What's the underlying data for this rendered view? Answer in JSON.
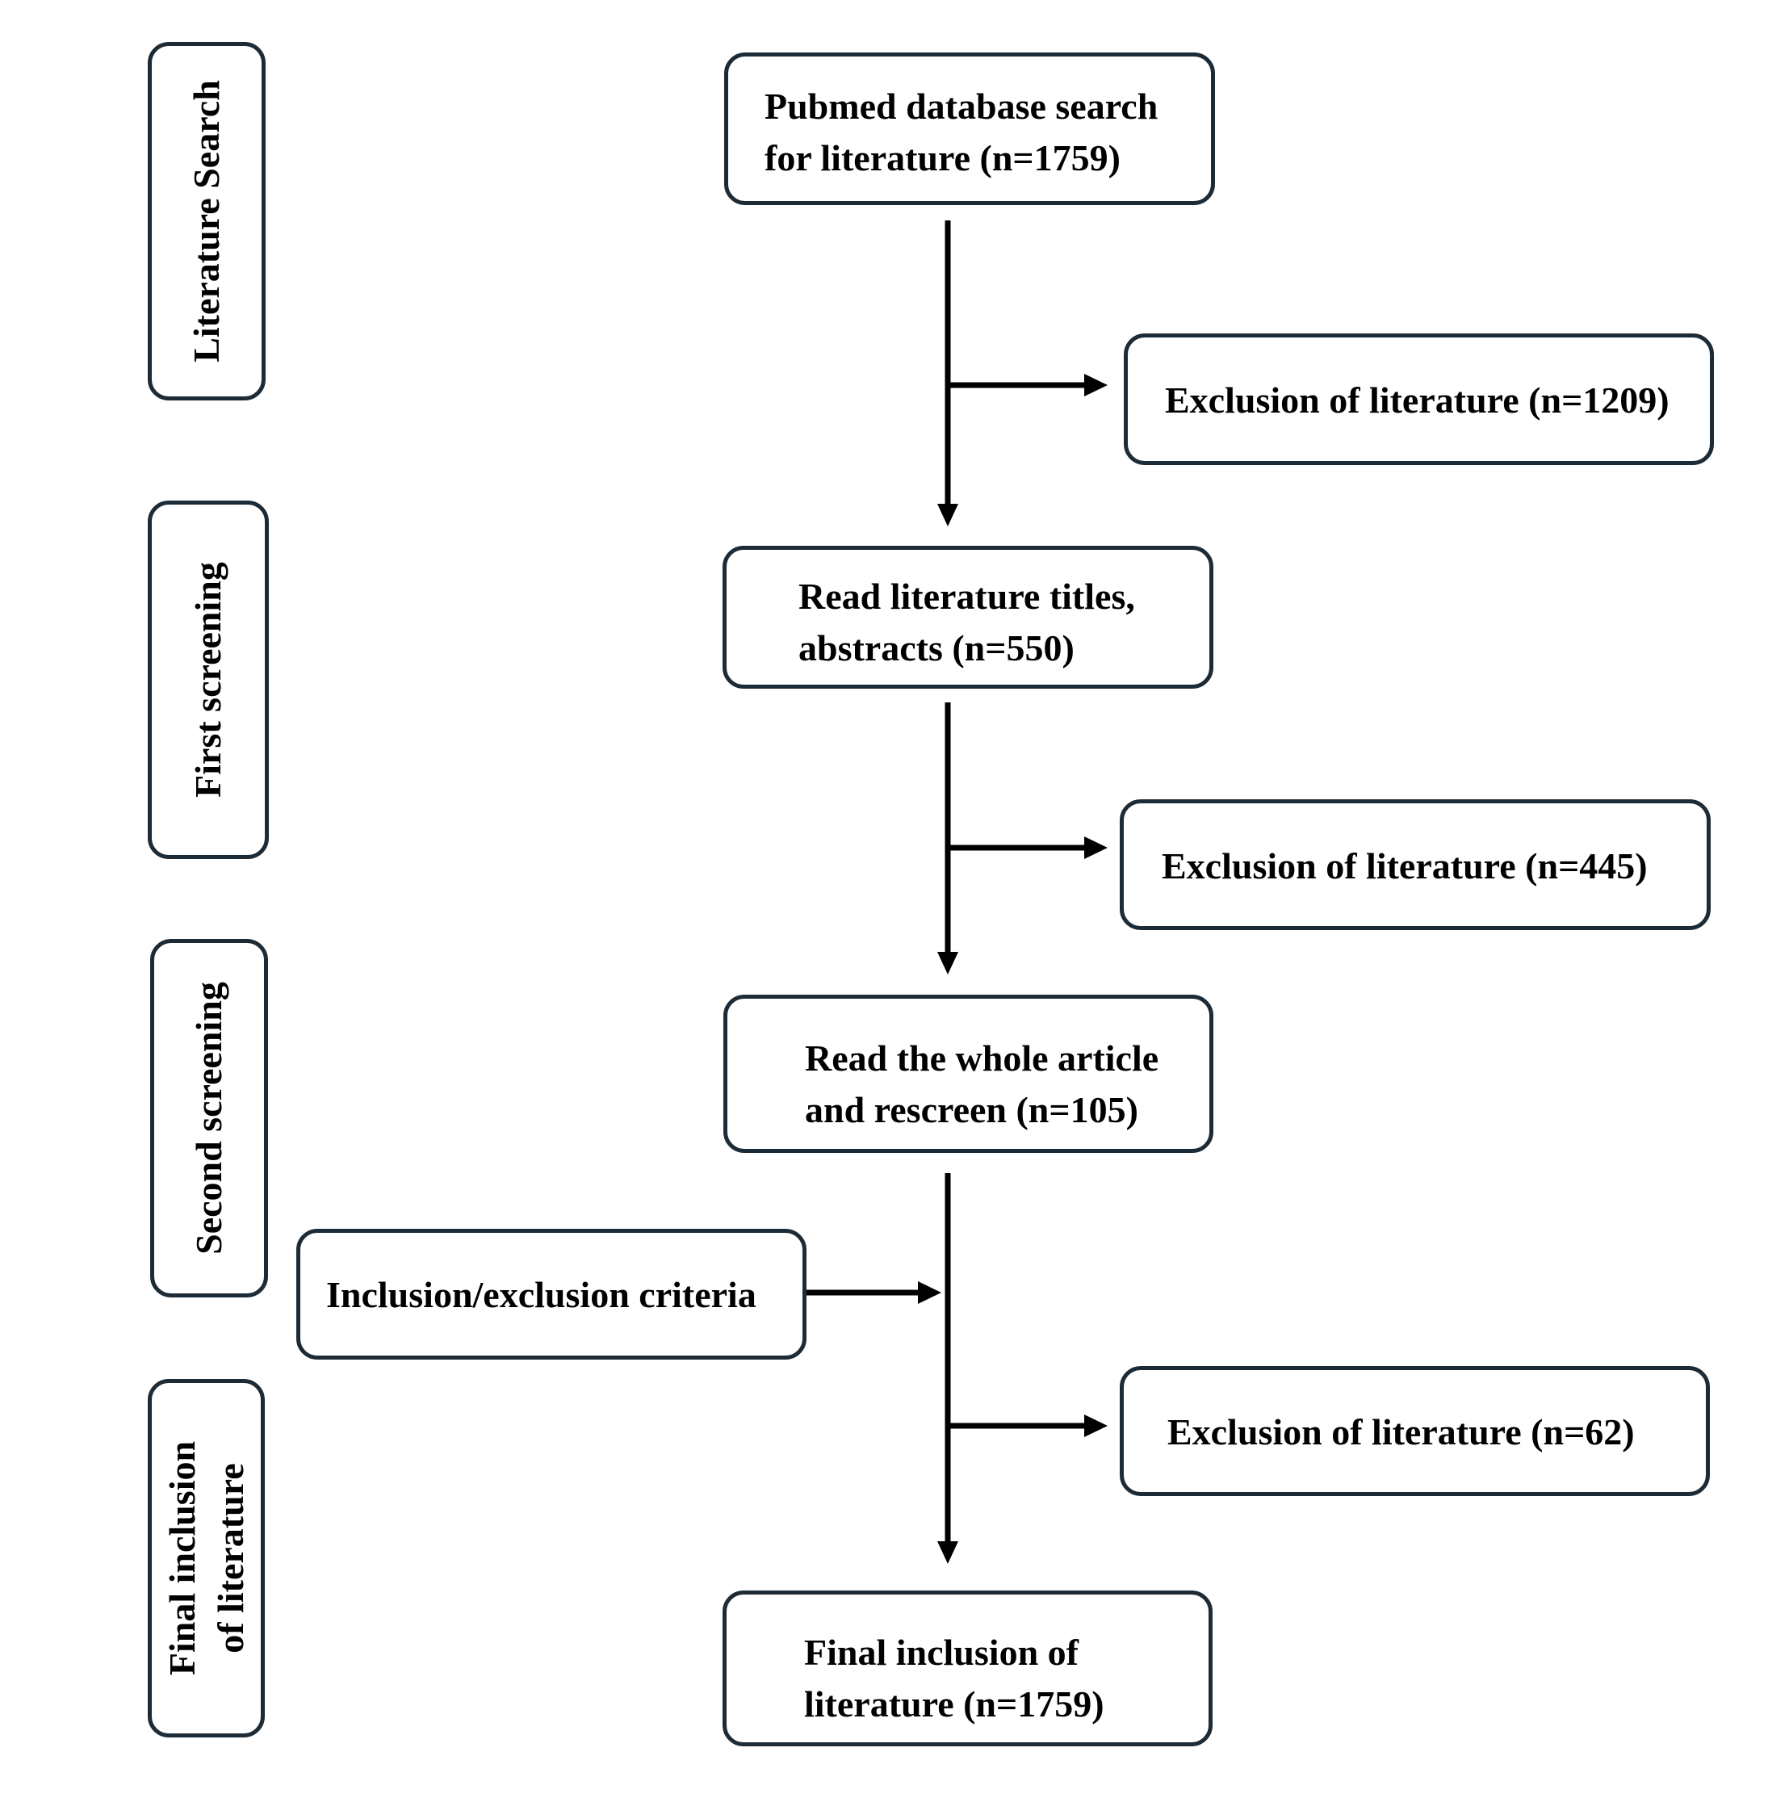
{
  "stages": {
    "literature_search": "Literature Search",
    "first_screening": "First screening",
    "second_screening": "Second screening",
    "final_inclusion_line1": "Final inclusion",
    "final_inclusion_line2": "of literature"
  },
  "steps": {
    "search": {
      "line1": "Pubmed database search",
      "line2": "for literature (n=1759)"
    },
    "titles": {
      "line1": "Read literature titles,",
      "line2": "abstracts (n=550)"
    },
    "fulltext": {
      "line1": "Read the whole article",
      "line2": "and rescreen (n=105)"
    },
    "final": {
      "line1": "Final inclusion of",
      "line2": "literature (n=1759)"
    }
  },
  "exclusions": {
    "first": "Exclusion of literature (n=1209)",
    "second": "Exclusion of literature (n=445)",
    "third": "Exclusion of literature (n=62)"
  },
  "criteria": "Inclusion/exclusion criteria",
  "colors": {
    "box_border": "#1c2b36",
    "arrow": "#000000",
    "text": "#000000"
  }
}
